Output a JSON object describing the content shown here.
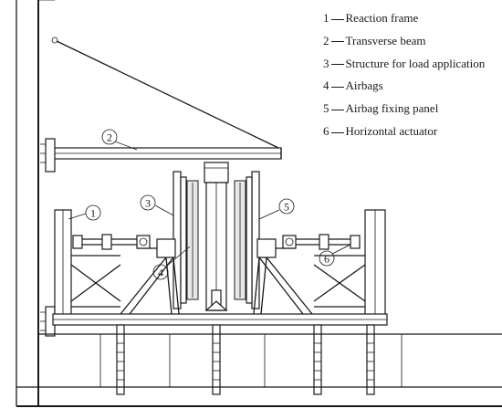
{
  "legend": {
    "items": [
      {
        "number": "1",
        "label": "Reaction frame"
      },
      {
        "number": "2",
        "label": "Transverse beam"
      },
      {
        "number": "3",
        "label": "Structure for load application"
      },
      {
        "number": "4",
        "label": "Airbags"
      },
      {
        "number": "5",
        "label": "Airbag fixing panel"
      },
      {
        "number": "6",
        "label": "Horizontal actuator"
      }
    ]
  },
  "callouts": {
    "reaction_frame": "1",
    "transverse_beam": "2",
    "load_structure": "3",
    "airbags": "4",
    "airbag_panel": "5",
    "actuator": "6"
  }
}
